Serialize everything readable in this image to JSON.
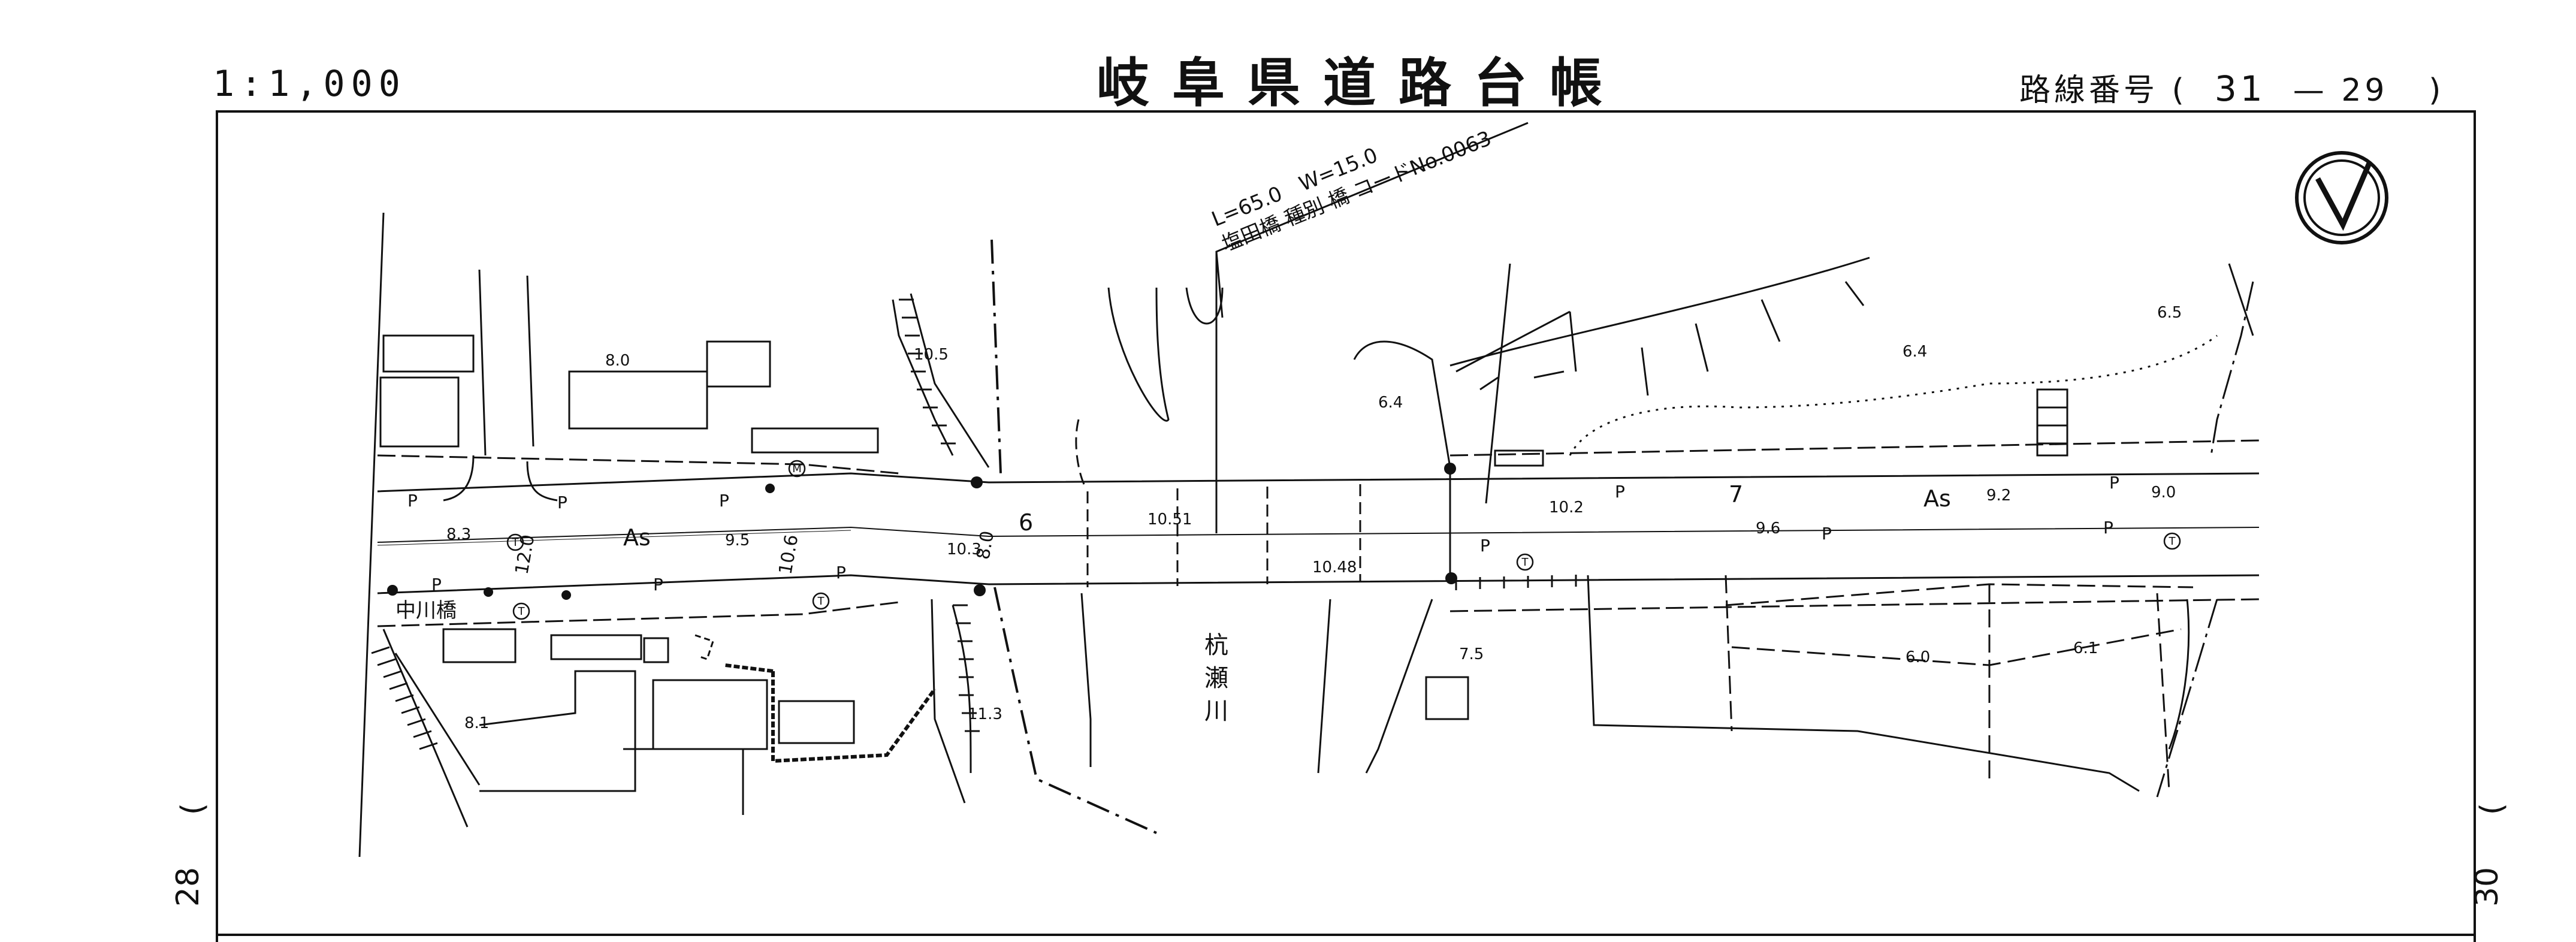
{
  "header": {
    "scale": "1:1,000",
    "title": "岐阜県道路台帳",
    "route_label": "路線番号",
    "route_open": "(",
    "route_number_main": "31",
    "route_dash": "—",
    "route_number_sub": "29",
    "route_close": ")"
  },
  "side_refs": {
    "left_number": "28",
    "right_number": "30"
  },
  "bridge_info": {
    "dimensions": "L=65.0　W=15.0",
    "detail": "塩田橋 種別 橋 コードNo.0063"
  },
  "place_labels": {
    "nakagawa_bridge": "中川橋",
    "river_char_1": "杭",
    "river_char_2": "瀬",
    "river_char_3": "川"
  },
  "road_labels": {
    "surface_left": "As",
    "surface_right": "As",
    "width_1": "12.0",
    "width_2": "10.6",
    "width_3": "8.0",
    "station_6": "6",
    "station_7": "7"
  },
  "parking_marks": [
    "P",
    "P",
    "P",
    "P",
    "P",
    "P",
    "P",
    "P",
    "P",
    "P",
    "P"
  ],
  "elevations": [
    "8.0",
    "10.5",
    "8.3",
    "9.5",
    "10.3",
    "10.51",
    "10.48",
    "6.4",
    "10.2",
    "9.6",
    "9.2",
    "9.0",
    "6.4",
    "6.5",
    "8.1",
    "11.3",
    "7.5",
    "6.0",
    "6.1"
  ],
  "symbols": {
    "compass": "north-arrow",
    "telephone": "T",
    "mailbox": "M"
  }
}
